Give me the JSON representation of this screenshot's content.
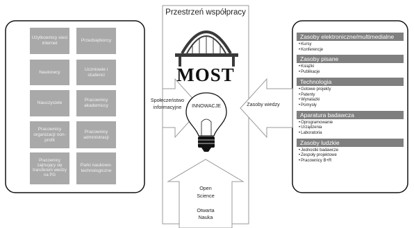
{
  "title": "Przestrzeń współpracy",
  "bridge_label": "MOST",
  "bulb_label": "INNOWACJE",
  "left_arrow_label": "Społeczeństwo informacyjne",
  "right_arrow_label": "Zasoby wiedzy",
  "bottom_arrow_lines": [
    "Open",
    "Science",
    "",
    "Otwarta",
    "Nauka"
  ],
  "left_panel_items": [
    [
      "Użytkownicy sieci internet",
      "Przedsiębiorcy"
    ],
    [
      "Naukowcy",
      "Uczniowie i studenci"
    ],
    [
      "Nauczyciele",
      "Pracownicy akademiccy"
    ],
    [
      "Pracownicy organizacji non-profit",
      "Pracownicy administracji"
    ],
    [
      "Pracownicy zajmujący się transferem wiedzy na PG",
      "Parki naukowo-technologiczne"
    ]
  ],
  "resource_categories": [
    {
      "title": "Zasoby elektroniczne/multimedialne",
      "items": [
        "Kursy",
        "Konferencje"
      ]
    },
    {
      "title": "Zasoby pisane",
      "items": [
        "Książki",
        "Publikacje"
      ]
    },
    {
      "title": "Technologia",
      "items": [
        "Gotowe projekty",
        "Patenty",
        "Wynalazki",
        "Pomysły"
      ]
    },
    {
      "title": "Aparatura badawcza",
      "items": [
        "Oprogramowanie",
        "Urządzenia",
        "Laboratoria"
      ]
    },
    {
      "title": "Zasoby ludzkie",
      "items": [
        "Jednostki badawcze",
        "Zespoły projektowe",
        "Pracownicy B+R"
      ]
    }
  ]
}
